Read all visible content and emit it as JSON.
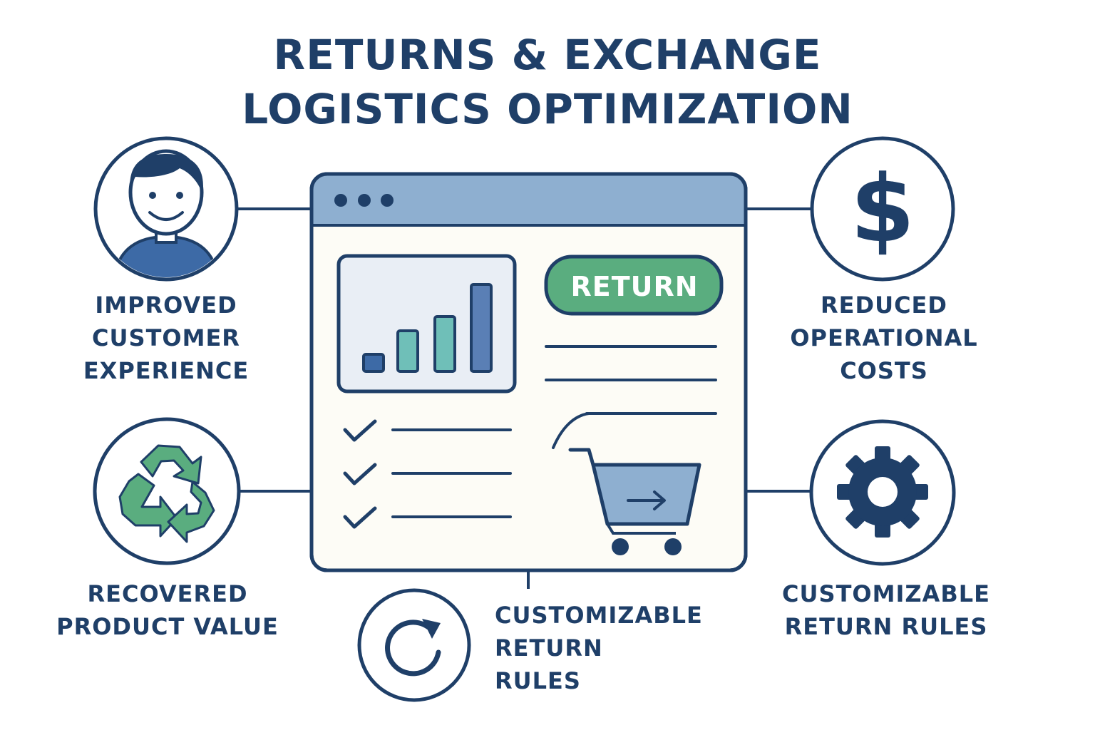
{
  "title": {
    "line1": "RETURNS & EXCHANGE",
    "line2": "LOGISTICS OPTIMIZATION"
  },
  "features": {
    "customer": {
      "lines": [
        "IMPROVED",
        "CUSTOMER",
        "EXPERIENCE"
      ],
      "icon": "person-icon"
    },
    "costs": {
      "lines": [
        "REDUCED",
        "OPERATIONAL",
        "COSTS"
      ],
      "icon": "dollar-icon"
    },
    "recovered": {
      "lines": [
        "RECOVERED",
        "PRODUCT VALUE"
      ],
      "icon": "recycle-icon"
    },
    "rules_right": {
      "lines": [
        "CUSTOMIZABLE",
        "RETURN RULES"
      ],
      "icon": "gear-icon"
    },
    "rules_bottom": {
      "lines": [
        "CUSTOMIZABLE",
        "RETURN",
        "RULES"
      ],
      "icon": "refresh-icon"
    }
  },
  "window": {
    "return_button": "RETURN",
    "chart_bars": [
      0.2,
      0.47,
      0.63,
      1.0
    ],
    "checklist_count": 3
  },
  "colors": {
    "navy": "#1f3f68",
    "titlebar": "#8eafd0",
    "green": "#5aad7f",
    "teal": "#6fbfb8",
    "panel": "#e9eef5",
    "window_bg": "#fdfcf6"
  }
}
